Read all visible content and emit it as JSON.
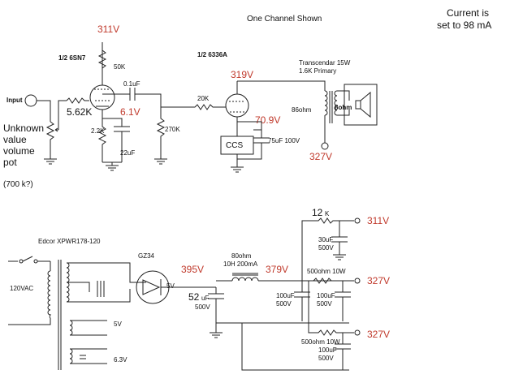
{
  "title": "One Channel Shown",
  "note": [
    "Current is",
    "set to 98 mA"
  ],
  "labels": {
    "input": "Input",
    "v311_top": "311V",
    "tube_6sn7": "1/2 6SN7",
    "r50k": "50K",
    "c01uf": "0.1uF",
    "r562k": "5.62K",
    "v61": "6.1V",
    "r22k": "2.2K",
    "c22uf": "22uF",
    "r270k": "270K",
    "pot_note": [
      "Unknown",
      "value",
      "volume",
      "pot"
    ],
    "pot_value": "(700 k?)",
    "tube_6336a": "1/2 6336A",
    "r20k": "20K",
    "v319": "319V",
    "v709": "70.9V",
    "ccs": "CCS",
    "c75uf": "75uF 100V",
    "transformer": [
      "Transcendar 15W",
      "1.6K Primary"
    ],
    "r86ohm": "86ohm",
    "r8ohm": "8ohm",
    "v327_top": "327V",
    "psu_tx": "Edcor XPWR178-120",
    "vac": "120VAC",
    "tap5v": "5V",
    "tap63v": "6.3V",
    "gz34": "GZ34",
    "rect5v": "5V",
    "v395": "395V",
    "cap52_a": "52",
    "cap52_b": "uF",
    "cap52_c": "500V",
    "choke": [
      "80ohm",
      "10H 200mA"
    ],
    "v379": "379V",
    "r12k_a": "12",
    "r12k_b": "K",
    "v311_psu": "311V",
    "c30uf": [
      "30uF",
      "500V"
    ],
    "r500_a": "500ohm 10W",
    "v327_psu_a": "327V",
    "c100uf_a": [
      "100uF",
      "500V"
    ],
    "c100uf_b": [
      "100uF",
      "500V"
    ],
    "r500_b": "500ohm 10W",
    "v327_psu_b": "327V",
    "c100uf_c": [
      "100uF",
      "500V"
    ]
  },
  "colors": {
    "voltage": "#c0392b",
    "wire": "#222222"
  }
}
